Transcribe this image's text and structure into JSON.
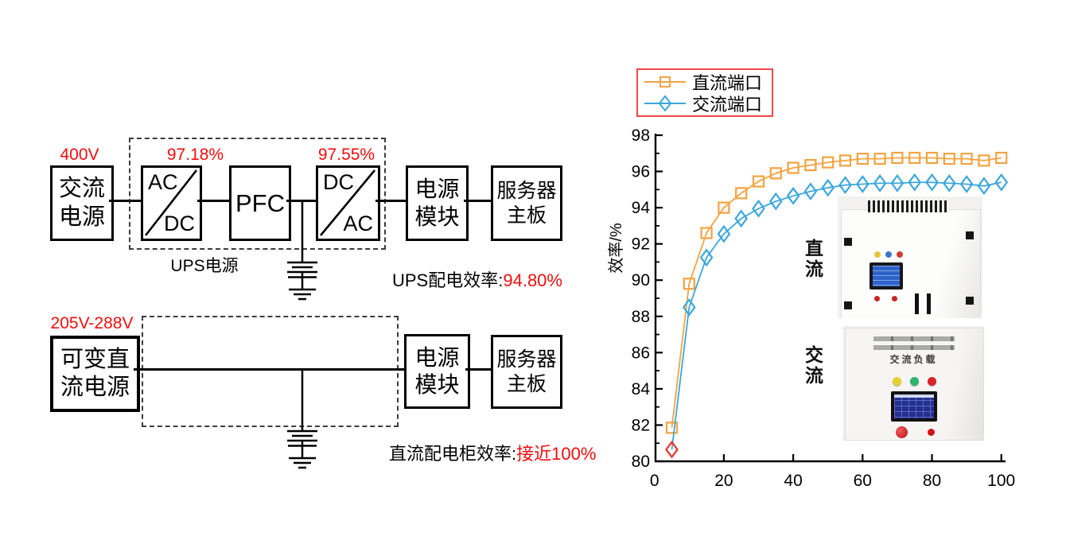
{
  "diagram": {
    "top": {
      "voltage": "400V",
      "source_lines": [
        "交流",
        "电源"
      ],
      "converter1": {
        "eff": "97.18%",
        "top": "AC",
        "bottom": "DC"
      },
      "pfc": "PFC",
      "converter2": {
        "eff": "97.55%",
        "top": "DC",
        "bottom": "AC"
      },
      "ups_label": "UPS电源",
      "psu_lines": [
        "电源",
        "模块"
      ],
      "mainboard_lines": [
        "服务器",
        "主板"
      ],
      "result_label": "UPS配电效率:",
      "result_value": "94.80%"
    },
    "bottom": {
      "voltage": "205V-288V",
      "source_lines": [
        "可变直",
        "流电源"
      ],
      "psu_lines": [
        "电源",
        "模块"
      ],
      "mainboard_lines": [
        "服务器",
        "主板"
      ],
      "result_label": "直流配电柜效率:",
      "result_value": "接近100%"
    }
  },
  "chart_data": {
    "type": "line",
    "title": "",
    "xlabel": "",
    "ylabel": "效率/%",
    "xlim": [
      0,
      100
    ],
    "ylim": [
      80,
      98
    ],
    "xticks": [
      0,
      20,
      40,
      60,
      80,
      100
    ],
    "ytick_step": 2,
    "ytick_minor_step": 1,
    "grid": false,
    "legend_position": "top-left-outside",
    "x": [
      5,
      10,
      15,
      20,
      25,
      30,
      35,
      40,
      45,
      50,
      55,
      60,
      65,
      70,
      75,
      80,
      85,
      90,
      95,
      100
    ],
    "series": [
      {
        "name": "直流端口",
        "marker": "square",
        "color": "#F2A341",
        "values": [
          81.85,
          89.8,
          92.6,
          94.0,
          94.8,
          95.45,
          95.9,
          96.2,
          96.35,
          96.5,
          96.6,
          96.7,
          96.7,
          96.75,
          96.75,
          96.75,
          96.7,
          96.7,
          96.6,
          96.75
        ]
      },
      {
        "name": "交流端口",
        "marker": "diamond",
        "color": "#3BA7DA",
        "first_marker_color": "#E8332A",
        "values": [
          80.65,
          88.5,
          91.25,
          92.55,
          93.4,
          93.95,
          94.35,
          94.65,
          94.9,
          95.1,
          95.25,
          95.3,
          95.35,
          95.35,
          95.4,
          95.4,
          95.35,
          95.3,
          95.2,
          95.4
        ]
      }
    ]
  },
  "insets": {
    "dc_label": "直流",
    "ac_label": "交流",
    "ac_panel_text": "交流负载"
  },
  "colors": {
    "accent_red": "#F20D0D",
    "legend_border": "#F04848",
    "dc_series": "#F2A341",
    "ac_series": "#3BA7DA",
    "first_ac_marker": "#E8332A",
    "axis": "#000000"
  }
}
